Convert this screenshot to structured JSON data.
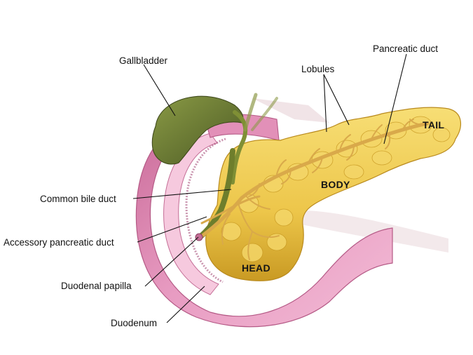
{
  "diagram": {
    "labels": {
      "gallbladder": "Gallbladder",
      "lobules": "Lobules",
      "pancreatic_duct": "Pancreatic duct",
      "common_bile_duct": "Common bile duct",
      "accessory_pancreatic_duct": "Accessory pancreatic duct",
      "duodenal_papilla": "Duodenal papilla",
      "duodenum": "Duodenum",
      "tail": "TAIL",
      "body": "BODY",
      "head": "HEAD"
    },
    "colors": {
      "pancreas": "#EFCB4E",
      "pancreas_shadow": "#C99A23",
      "duodenum": "#E79AC0",
      "duodenum_dark": "#B55A86",
      "gallbladder": "#6C7A34",
      "bile_duct": "#7F8F35",
      "duct": "#E9C070"
    }
  }
}
